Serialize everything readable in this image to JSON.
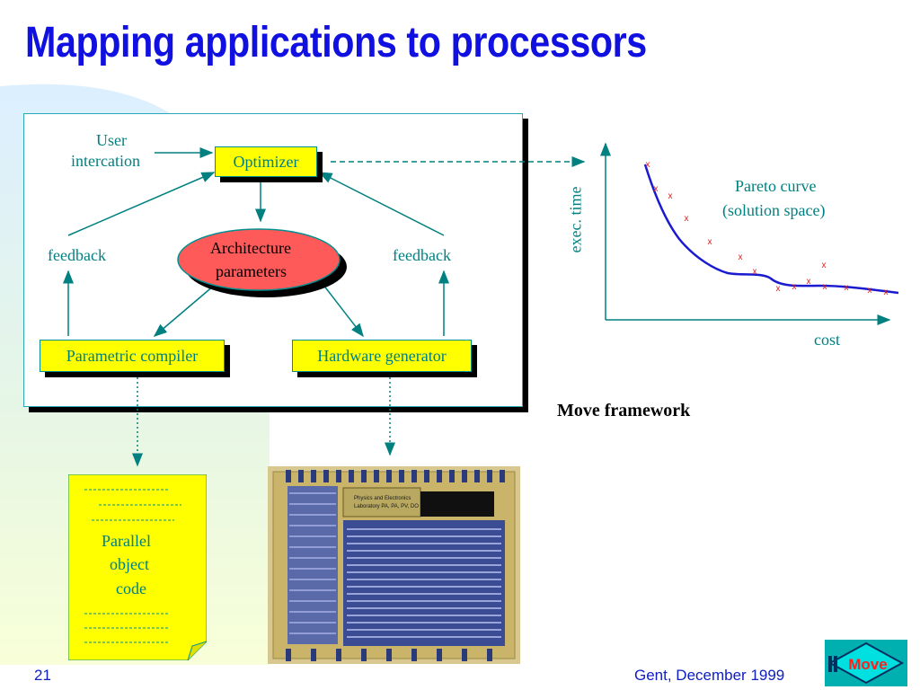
{
  "slide": {
    "title": "Mapping applications to processors",
    "page_number": "21",
    "footer_text": "Gent, December 1999"
  },
  "diagram": {
    "user_label": "User",
    "interaction_label": "intercation",
    "optimizer": "Optimizer",
    "arch_line1": "Architecture",
    "arch_line2": "parameters",
    "feedback_left": "feedback",
    "feedback_right": "feedback",
    "compiler": "Parametric compiler",
    "hwgen": "Hardware generator"
  },
  "chart": {
    "ylabel": "exec. time",
    "xlabel": "cost",
    "curve_label_1": "Pareto curve",
    "curve_label_2": "(solution space)",
    "point_marker": "x",
    "caption": "Move framework"
  },
  "code_doc": {
    "line1": "Parallel",
    "line2": "object",
    "line3": "code"
  },
  "chip": {
    "label_line1": "Physics and Electronics",
    "label_line2": "Laboratory PA, PA, PV, DO"
  },
  "logo": {
    "text": "Move"
  },
  "colors": {
    "title": "#1010e0",
    "teal": "#008080",
    "box_fill": "#ffff00",
    "ellipse_fill": "#ff5a5a",
    "curve": "#1a1ad0",
    "marker": "#e02020"
  }
}
